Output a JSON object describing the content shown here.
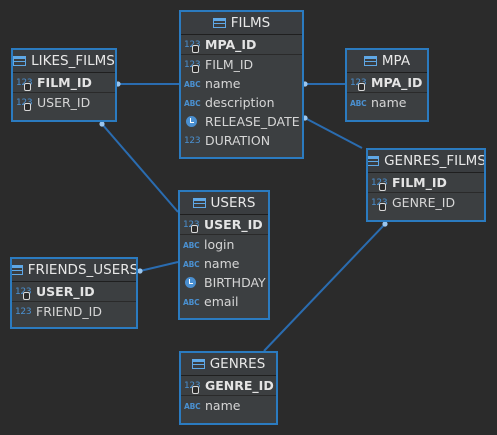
{
  "colors": {
    "background": "#2b2b2b",
    "table_border": "#2b7bc0",
    "line": "#2a6cb0",
    "icon": "#4a90d0"
  },
  "tables": {
    "films": {
      "title": "FILMS",
      "sections": [
        [
          {
            "name": "MPA_ID",
            "type": "number",
            "key": true,
            "pk": true
          }
        ],
        [
          {
            "name": "FILM_ID",
            "type": "number",
            "key": true
          },
          {
            "name": "name",
            "type": "text"
          },
          {
            "name": "description",
            "type": "text"
          },
          {
            "name": "RELEASE_DATE",
            "type": "date"
          },
          {
            "name": "DURATION",
            "type": "number"
          }
        ]
      ]
    },
    "likes_films": {
      "title": "LIKES_FILMS",
      "sections": [
        [
          {
            "name": "FILM_ID",
            "type": "number",
            "key": true,
            "pk": true
          }
        ],
        [
          {
            "name": "USER_ID",
            "type": "number",
            "key": true
          }
        ]
      ]
    },
    "mpa": {
      "title": "MPA",
      "sections": [
        [
          {
            "name": "MPA_ID",
            "type": "number",
            "key": true,
            "pk": true
          }
        ],
        [
          {
            "name": "name",
            "type": "text"
          }
        ]
      ]
    },
    "genres_films": {
      "title": "GENRES_FILMS",
      "sections": [
        [
          {
            "name": "FILM_ID",
            "type": "number",
            "key": true,
            "pk": true
          }
        ],
        [
          {
            "name": "GENRE_ID",
            "type": "number",
            "key": true
          }
        ]
      ]
    },
    "users": {
      "title": "USERS",
      "sections": [
        [
          {
            "name": "USER_ID",
            "type": "number",
            "key": true,
            "pk": true
          }
        ],
        [
          {
            "name": "login",
            "type": "text"
          },
          {
            "name": "name",
            "type": "text"
          },
          {
            "name": "BIRTHDAY",
            "type": "date"
          },
          {
            "name": "email",
            "type": "text"
          }
        ]
      ]
    },
    "friends_users": {
      "title": "FRIENDS_USERS",
      "sections": [
        [
          {
            "name": "USER_ID",
            "type": "number",
            "key": true,
            "pk": true
          }
        ],
        [
          {
            "name": "FRIEND_ID",
            "type": "number"
          }
        ]
      ]
    },
    "genres": {
      "title": "GENRES",
      "sections": [
        [
          {
            "name": "GENRE_ID",
            "type": "number",
            "key": true,
            "pk": true
          }
        ],
        [
          {
            "name": "name",
            "type": "text"
          }
        ]
      ]
    }
  },
  "relations": [
    {
      "from": "likes_films",
      "to": "films"
    },
    {
      "from": "films",
      "to": "mpa"
    },
    {
      "from": "films",
      "to": "genres_films"
    },
    {
      "from": "likes_films",
      "to": "users"
    },
    {
      "from": "friends_users",
      "to": "users"
    },
    {
      "from": "genres_films",
      "to": "genres"
    }
  ]
}
